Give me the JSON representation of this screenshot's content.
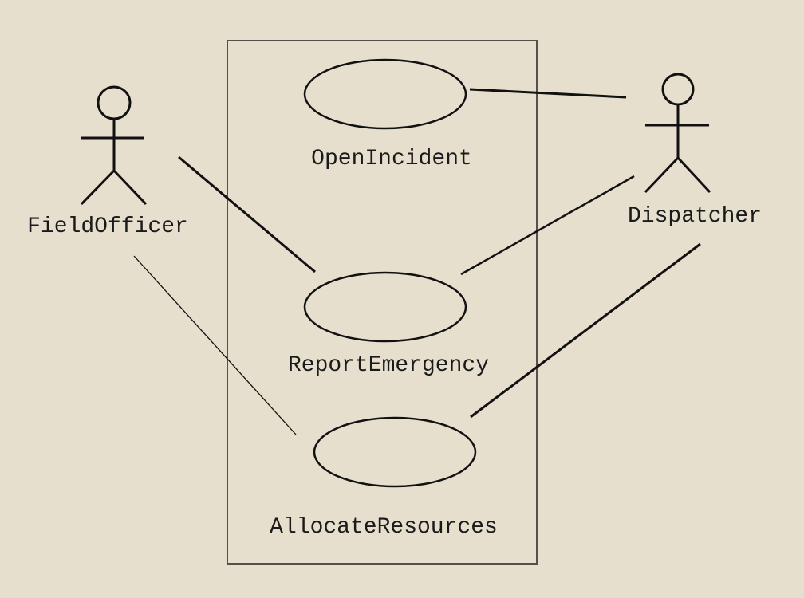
{
  "diagram": {
    "type": "use-case",
    "colors": {
      "background": "#e6dfcd",
      "stroke": "#111111",
      "boundary": "#555049"
    },
    "actors": {
      "field_officer": {
        "name": "FieldOfficer"
      },
      "dispatcher": {
        "name": "Dispatcher"
      }
    },
    "use_cases": {
      "open_incident": {
        "name": "OpenIncident"
      },
      "report_emergency": {
        "name": "ReportEmergency"
      },
      "allocate_resources": {
        "name": "AllocateResources"
      }
    },
    "associations": [
      {
        "from": "Dispatcher",
        "to": "OpenIncident"
      },
      {
        "from": "FieldOfficer",
        "to": "ReportEmergency"
      },
      {
        "from": "Dispatcher",
        "to": "ReportEmergency"
      },
      {
        "from": "FieldOfficer",
        "to": "AllocateResources"
      },
      {
        "from": "Dispatcher",
        "to": "AllocateResources"
      }
    ]
  }
}
